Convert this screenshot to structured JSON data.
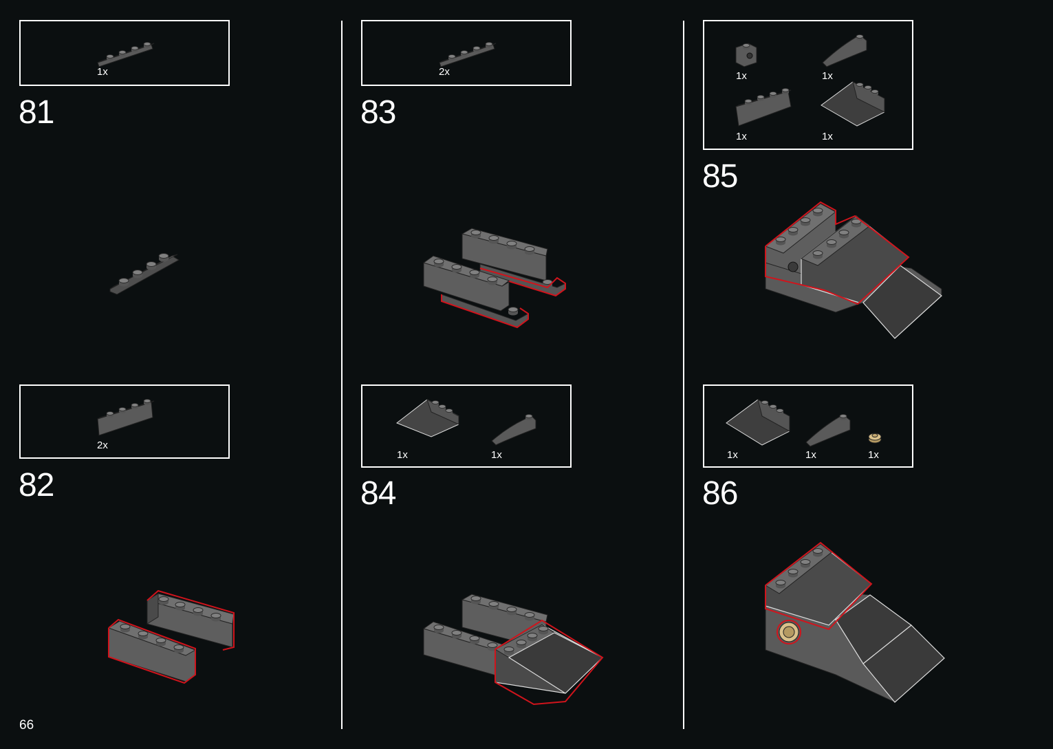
{
  "page_number": "66",
  "colors": {
    "background": "#0b0f10",
    "brick": "#6b6b6b",
    "brick_top": "#7c7c7c",
    "brick_dark": "#3a3a3a",
    "new_part_outline": "#d0141c",
    "tan_stud": "#d9c08a"
  },
  "steps": [
    {
      "number": "81",
      "parts": [
        {
          "icon": "plate-1x4-dark-grey-icon",
          "qty": "1x"
        }
      ]
    },
    {
      "number": "82",
      "parts": [
        {
          "icon": "brick-1x4-dark-grey-icon",
          "qty": "2x"
        }
      ]
    },
    {
      "number": "83",
      "parts": [
        {
          "icon": "plate-1x4-dark-grey-icon",
          "qty": "2x"
        }
      ]
    },
    {
      "number": "84",
      "parts": [
        {
          "icon": "slope-33-3x2-dark-grey-icon",
          "qty": "1x"
        },
        {
          "icon": "curved-slope-2x1-dark-grey-icon",
          "qty": "1x"
        }
      ]
    },
    {
      "number": "85",
      "parts": [
        {
          "icon": "brick-1x1-with-stud-dark-grey-icon",
          "qty": "1x"
        },
        {
          "icon": "curved-slope-2x1-dark-grey-icon",
          "qty": "1x"
        },
        {
          "icon": "brick-1x4-dark-grey-icon",
          "qty": "1x"
        },
        {
          "icon": "slope-33-3x2-dark-grey-icon",
          "qty": "1x"
        }
      ]
    },
    {
      "number": "86",
      "parts": [
        {
          "icon": "slope-33-3x2-dark-grey-icon",
          "qty": "1x"
        },
        {
          "icon": "curved-slope-2x1-dark-grey-icon",
          "qty": "1x"
        },
        {
          "icon": "round-plate-1x1-tan-icon",
          "qty": "1x"
        }
      ]
    }
  ]
}
